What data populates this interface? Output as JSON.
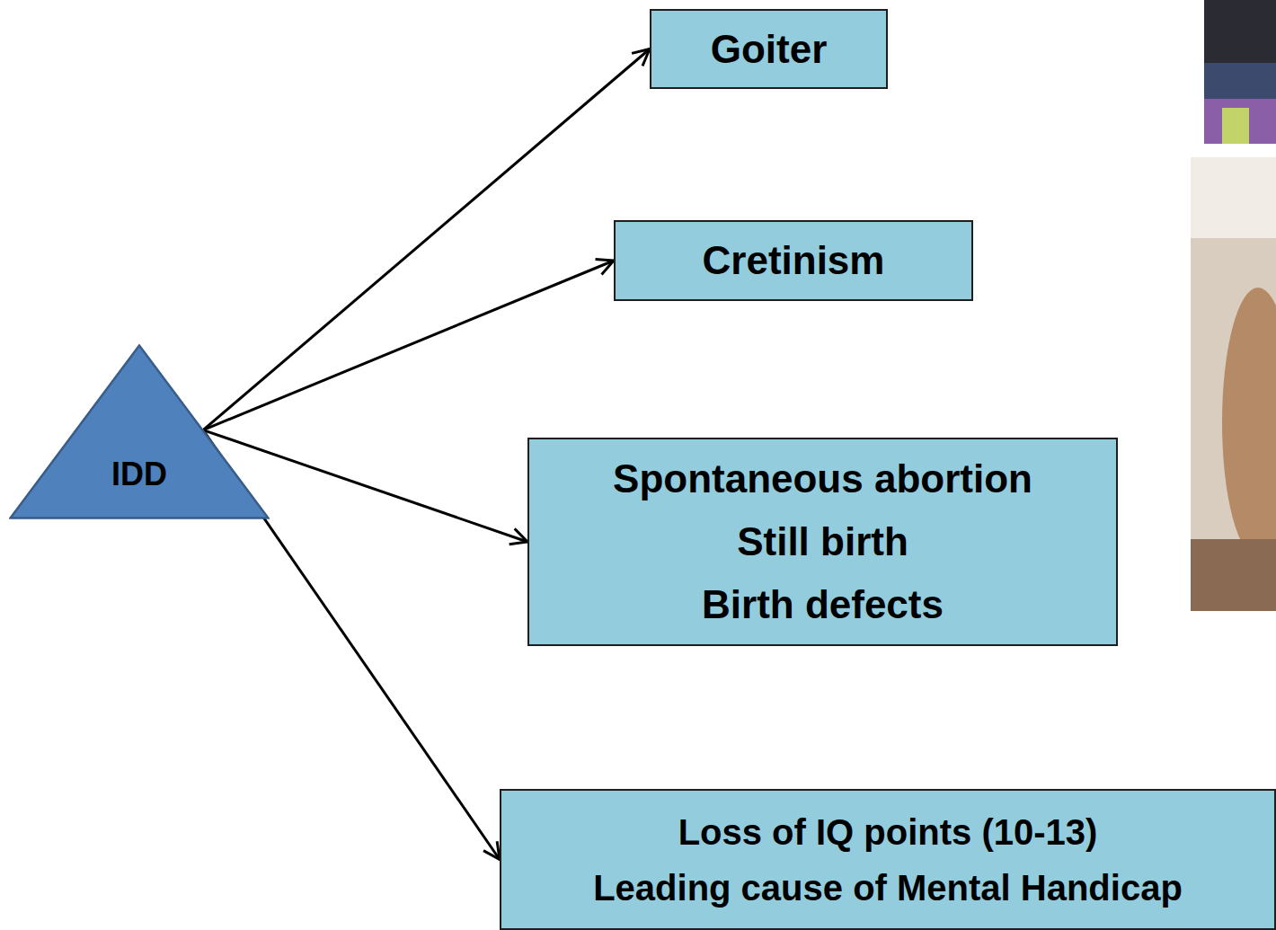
{
  "diagram": {
    "nodes": [
      {
        "text": [
          "IDD"
        ]
      },
      {
        "text": [
          "Goiter"
        ]
      },
      {
        "text": [
          "Cretinism"
        ]
      },
      {
        "text": [
          "Spontaneous abortion",
          "Still birth",
          "Birth defects"
        ]
      },
      {
        "text": [
          "Loss of IQ points (10-13)",
          "Leading cause of Mental Handicap"
        ]
      }
    ],
    "edges": [
      {
        "from": 0,
        "to": 1,
        "arrow": "to"
      },
      {
        "from": 0,
        "to": 2,
        "arrow": "to"
      },
      {
        "from": 0,
        "to": 3,
        "arrow": "to"
      },
      {
        "from": 0,
        "to": 4,
        "arrow": "to"
      }
    ]
  }
}
